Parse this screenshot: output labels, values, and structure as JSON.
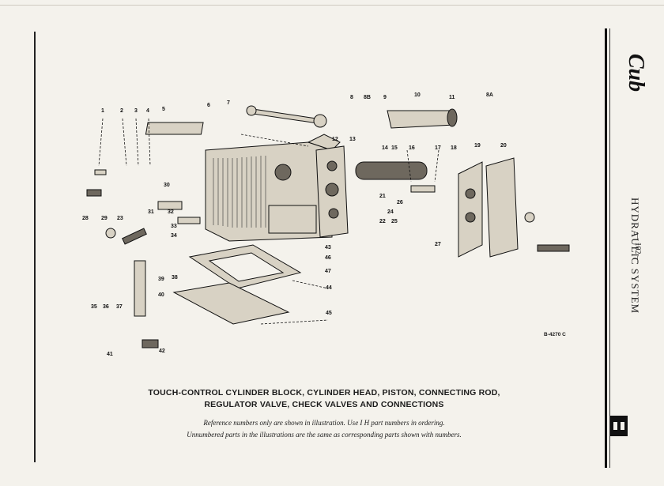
{
  "header": {
    "brand_logo": "Cub",
    "section_title": "HYDRAULIC SYSTEM",
    "page_number": "— 102 —"
  },
  "illustration": {
    "plate_id": "B-4270 C",
    "callouts": [
      "1",
      "2",
      "3",
      "4",
      "5",
      "6",
      "7",
      "8",
      "8B",
      "9",
      "10",
      "11",
      "8A",
      "12",
      "13",
      "14",
      "15",
      "16",
      "17",
      "18",
      "19",
      "20",
      "21",
      "22",
      "23",
      "24",
      "25",
      "26",
      "27",
      "28",
      "29",
      "30",
      "31",
      "32",
      "33",
      "34",
      "35",
      "36",
      "37",
      "38",
      "39",
      "40",
      "41",
      "42",
      "43",
      "44",
      "45",
      "46",
      "47"
    ]
  },
  "caption": {
    "line1": "TOUCH-CONTROL CYLINDER BLOCK, CYLINDER HEAD, PISTON, CONNECTING ROD,",
    "line2": "REGULATOR VALVE, CHECK VALVES AND CONNECTIONS"
  },
  "note": {
    "line1": "Reference numbers only are shown in illustration.   Use I H part numbers in ordering.",
    "line2": "Unnumbered parts in the illustrations are the same as corresponding parts shown with numbers."
  },
  "colors": {
    "paper": "#f4f2ec",
    "ink": "#1b1b1b"
  }
}
